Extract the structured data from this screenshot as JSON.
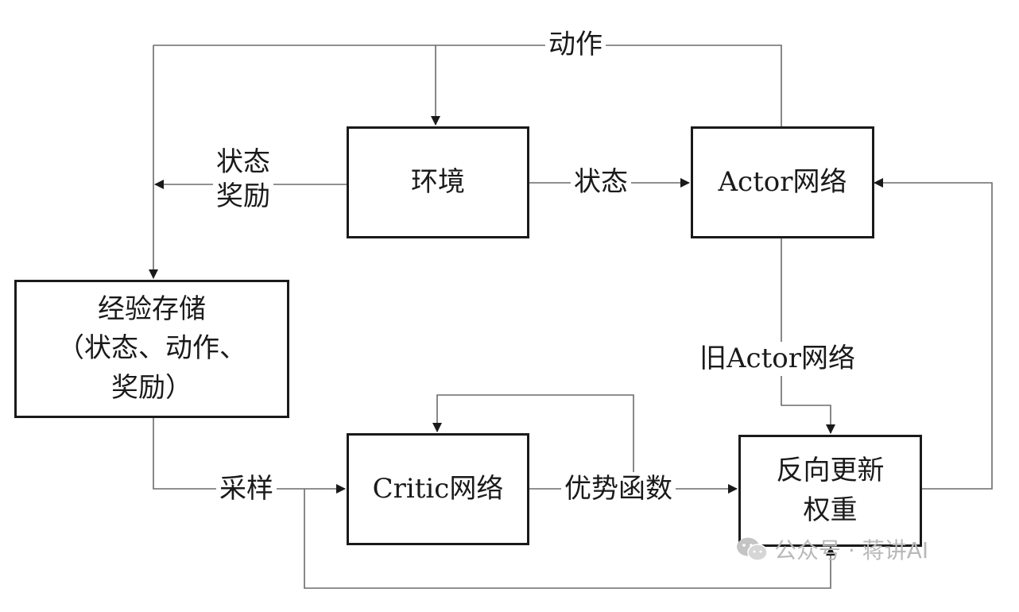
{
  "nodes": {
    "environment": "环境",
    "actor": "Actor网络",
    "experience": "经验存储\n（状态、动作、\n奖励）",
    "critic": "Critic网络",
    "update": "反向更新\n权重"
  },
  "edges": {
    "action": "动作",
    "state_reward": "状态\n奖励",
    "state": "状态",
    "old_actor": "旧Actor网络",
    "sample": "采样",
    "advantage": "优势函数"
  },
  "watermark": "公众号 · 蒋讲AI",
  "colors": {
    "line": "#1a1a1a",
    "thin_line": "#6b6b6b",
    "watermark": "#b9b9b9"
  }
}
